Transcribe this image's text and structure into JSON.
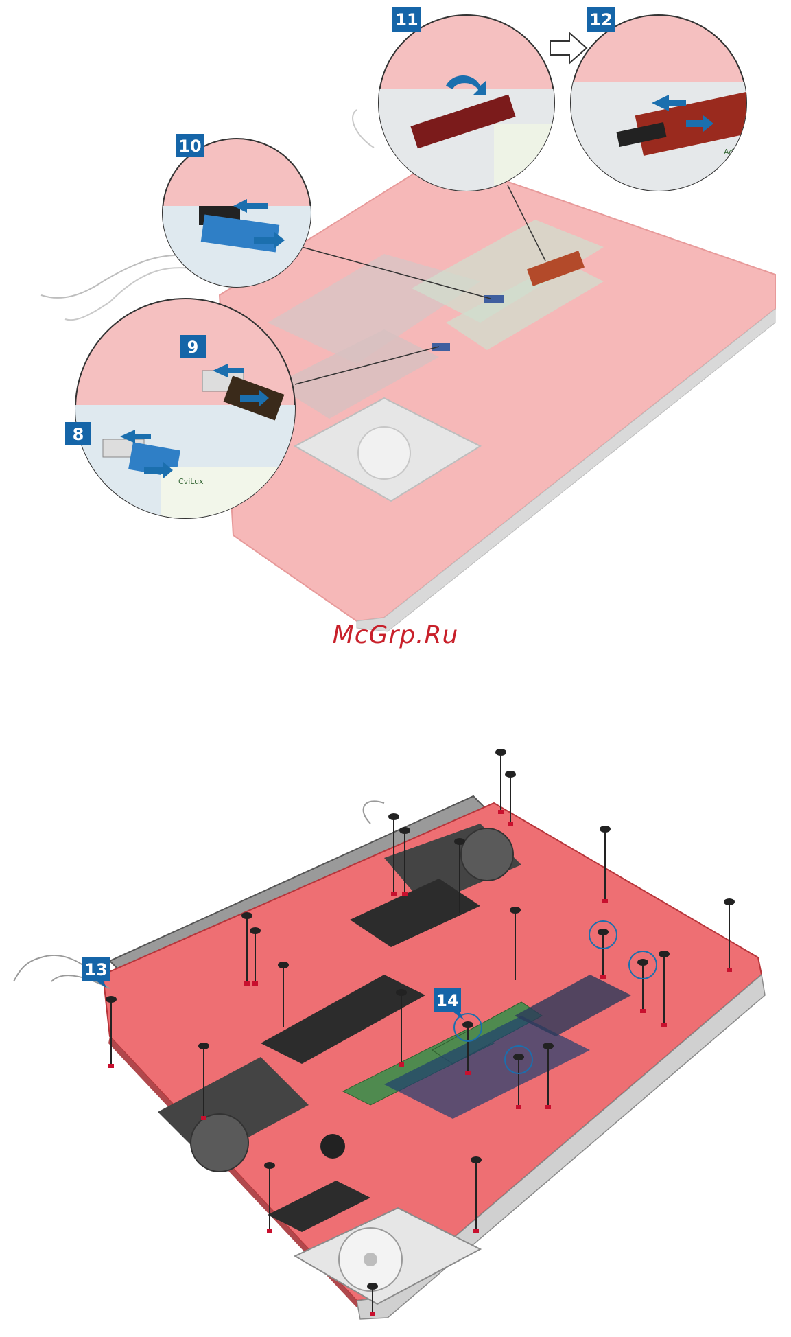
{
  "watermark": "McGrp.Ru",
  "steps": {
    "s8": "8",
    "s9": "9",
    "s10": "10",
    "s11": "11",
    "s12": "12",
    "s13": "13",
    "s14": "14"
  },
  "colors": {
    "accent_blue": "#1b6fae",
    "badge_blue": "#1565a8",
    "base_red": "#ee6f73",
    "base_red_faded": "#f6b8b8",
    "screw_marker": "#c8102e",
    "watermark": "#c8202a"
  },
  "labels": {
    "cvilux": "CviLux",
    "adhesive": "Adhesive"
  }
}
